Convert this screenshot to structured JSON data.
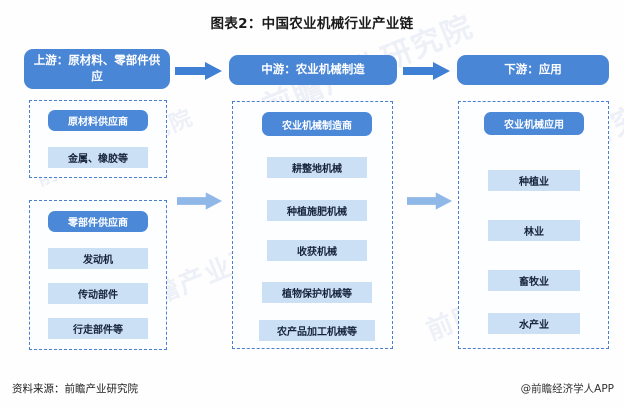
{
  "title": "图表2：中国农业机械行业产业链",
  "colors": {
    "header_blue": "#4a86d6",
    "subheader_blue": "#4b88d8",
    "chip_blue": "#cbdff5",
    "dash_border": "#4a7fd0",
    "arrow_solid": "#3f7fd4",
    "arrow_light": "#8fb8e8"
  },
  "columns": {
    "upstream": {
      "header": "上游：原材料、零部件供应",
      "groups": [
        {
          "subheader": "原材料供应商",
          "items": [
            "金属、橡胶等"
          ]
        },
        {
          "subheader": "零部件供应商",
          "items": [
            "发动机",
            "传动部件",
            "行走部件等"
          ]
        }
      ]
    },
    "midstream": {
      "header": "中游：农业机械制造",
      "groups": [
        {
          "subheader": "农业机械制造商",
          "items": [
            "耕整地机械",
            "种植施肥机械",
            "收获机械",
            "植物保护机械等",
            "农产品加工机械等"
          ]
        }
      ]
    },
    "downstream": {
      "header": "下游：应用",
      "groups": [
        {
          "subheader": "农业机械应用",
          "items": [
            "种植业",
            "林业",
            "畜牧业",
            "水产业"
          ]
        }
      ]
    }
  },
  "arrows": [
    {
      "name": "arrow-upstream-to-midstream-top",
      "style": "solid"
    },
    {
      "name": "arrow-midstream-to-downstream-top",
      "style": "solid"
    },
    {
      "name": "arrow-upstream-to-midstream-body",
      "style": "light"
    },
    {
      "name": "arrow-midstream-to-downstream-body",
      "style": "light"
    }
  ],
  "watermarks": [
    "前瞻产业研究院",
    "前瞻产业研究院",
    "前瞻产业研究院",
    "前瞻产业研究院",
    "前瞻产业研究院"
  ],
  "footer": {
    "source": "资料来源：前瞻产业研究院",
    "brand": "@前瞻经济学人APP"
  }
}
